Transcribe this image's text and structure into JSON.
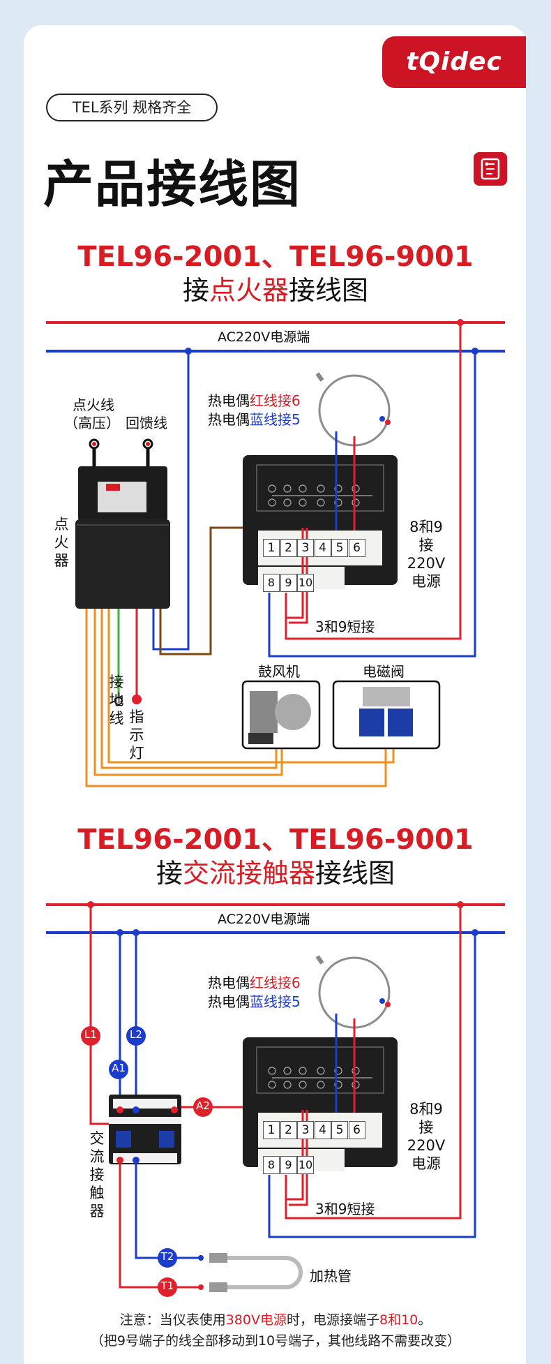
{
  "brand": "tQidec",
  "tag": "TEL系列 规格齐全",
  "page_title": "产品接线图",
  "section1": {
    "models": "TEL96-2001、TEL96-9001",
    "subtitle_pre": "接",
    "subtitle_hl": "点火器",
    "subtitle_post": "接线图",
    "power": "AC220V电源端",
    "ignition_line": "点火线",
    "high_voltage": "（高压）",
    "feedback_line": "回馈线",
    "igniter": "点火器",
    "tc_pre": "热电偶",
    "tc_red": "红线接6",
    "tc_blue": "蓝线接5",
    "side_note": "8和9接220V电源",
    "short": "3和9短接",
    "ground": "接地线",
    "indicator": "指示灯",
    "blower": "鼓风机",
    "valve": "电磁阀"
  },
  "section2": {
    "models": "TEL96-2001、TEL96-9001",
    "subtitle_pre": "接",
    "subtitle_hl": "交流接触器",
    "subtitle_post": "接线图",
    "power": "AC220V电源端",
    "tc_pre": "热电偶",
    "tc_red": "红线接6",
    "tc_blue": "蓝线接5",
    "side_note": "8和9接220V电源",
    "short": "3和9短接",
    "contactor": "交流接触器",
    "heater": "加热管",
    "L1": "L1",
    "L2": "L2",
    "A1": "A1",
    "A2": "A2",
    "T1": "T1",
    "T2": "T2"
  },
  "terminals_top": [
    "1",
    "2",
    "3",
    "4",
    "5",
    "6"
  ],
  "terminals_bottom": [
    "8",
    "9",
    "10"
  ],
  "note": {
    "l1_pre": "注意：当仪表使用",
    "l1_red1": "380V电源",
    "l1_mid": "时，电源接端子",
    "l1_red2": "8和10",
    "l1_end": "。",
    "l2": "（把9号端子的线全部移动到10号端子，其他线路不需要改变）"
  },
  "colors": {
    "red_wire": "#e0202a",
    "blue_wire": "#1c3ccc",
    "brown_wire": "#7a4a14",
    "orange_wire": "#f0901c",
    "green_wire": "#3cb43c",
    "accent": "#cc1424"
  }
}
